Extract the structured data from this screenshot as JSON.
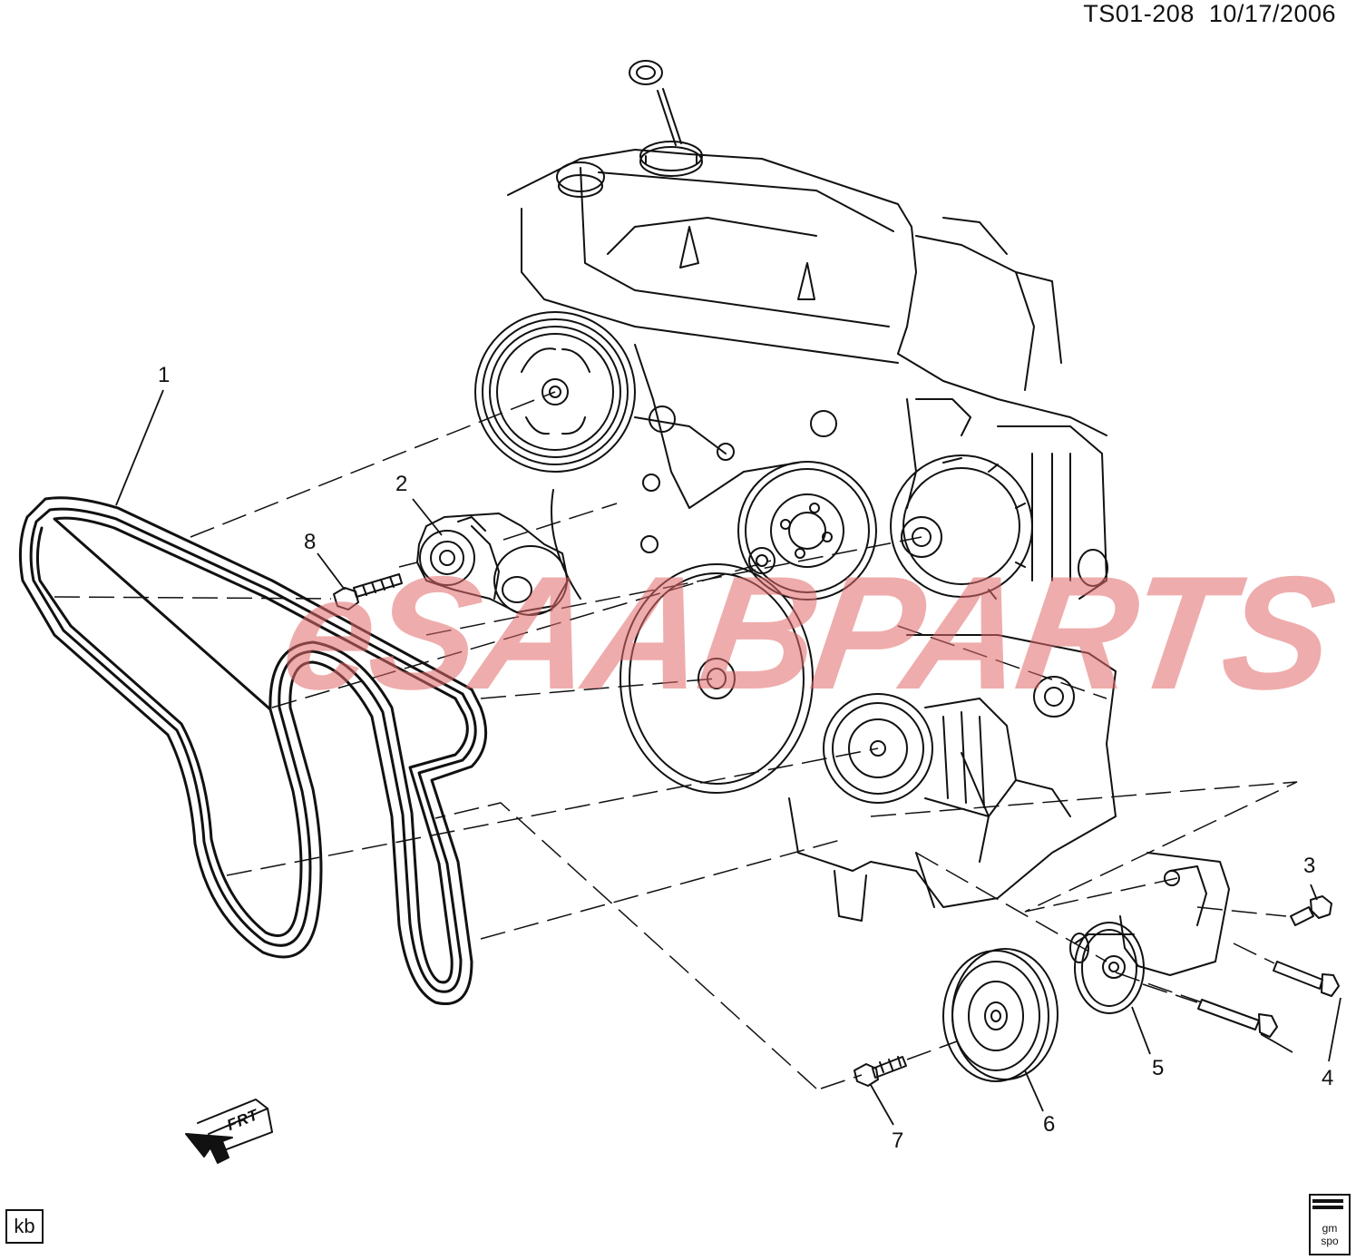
{
  "header": {
    "drawing_id": "TS01-208",
    "date": "10/17/2006"
  },
  "watermark": {
    "text": "eSAABPARTS"
  },
  "callouts": [
    {
      "id": "1",
      "text": "1"
    },
    {
      "id": "2",
      "text": "2"
    },
    {
      "id": "3",
      "text": "3"
    },
    {
      "id": "4",
      "text": "4"
    },
    {
      "id": "5",
      "text": "5"
    },
    {
      "id": "6",
      "text": "6"
    },
    {
      "id": "7",
      "text": "7"
    },
    {
      "id": "8",
      "text": "8"
    }
  ],
  "front_arrow": {
    "text": "FRT"
  },
  "footer": {
    "left_box": "kb",
    "logo_top": "gm",
    "logo_bottom": "spo"
  }
}
